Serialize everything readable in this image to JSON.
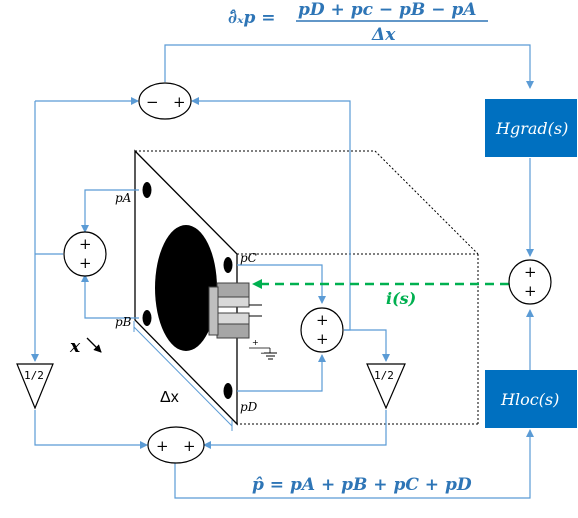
{
  "formulas": {
    "gradient_numerator": "pD + pc − pB − pA",
    "gradient_lhs": "∂̂ₓp =",
    "gradient_denominator": "Δx",
    "pressure": "p̂ = pA + pB + pC + pD"
  },
  "blocks": {
    "grad": "Hgrad(s)",
    "loc": "Hloc(s)"
  },
  "gains": {
    "left": "1/2",
    "right": "1/2"
  },
  "sum_signs": {
    "gradient_sum_minus": "−",
    "gradient_sum_plus": "+",
    "ac_sum_top": "+",
    "ac_sum_bottom": "+",
    "bd_sum_top": "+",
    "bd_sum_bottom": "+",
    "final_sum_top": "+",
    "final_sum_bottom": "+",
    "pressure_sum_left": "+",
    "pressure_sum_right": "+"
  },
  "mic_labels": {
    "a": "pA",
    "b": "pB",
    "c": "pC",
    "d": "pD"
  },
  "labels": {
    "spacing": "Δx",
    "axis": "x",
    "current": "i(s)"
  },
  "colors": {
    "line": "#5b9bd5",
    "block_fill": "#0070c0",
    "block_text": "#ffffff",
    "formula": "#2e75b6",
    "current": "#00b050",
    "outline": "#000000"
  }
}
